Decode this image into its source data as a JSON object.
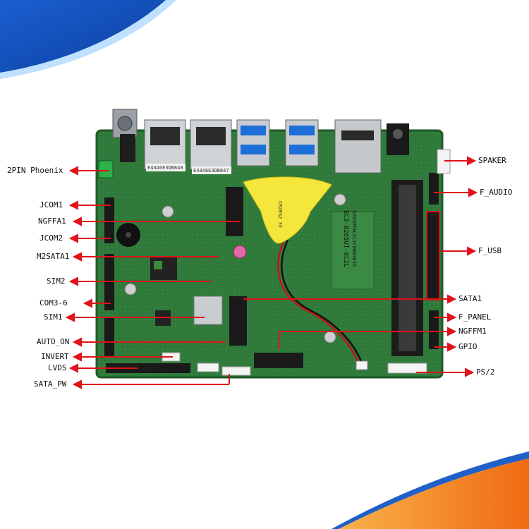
{
  "labels": {
    "pin2_phoenix": "2PIN Phoenix",
    "jcom1": "JCOM1",
    "ngffa1": "NGFFA1",
    "jcom2": "JCOM2",
    "m2sata1": "M2SATA1",
    "sim2": "SIM2",
    "com3_6": "COM3-6",
    "sim1": "SIM1",
    "auto_on": "AUTO_ON",
    "invert": "INVERT",
    "lvds": "LVDS",
    "sata_pw": "SATA_PW",
    "speaker": "SPAKER",
    "f_audio": "F_AUDIO",
    "f_usb": "F_USB",
    "sata1": "SATA1",
    "f_panel": "F_PANEL",
    "ngffm1": "NGFFM1",
    "gpio": "GPIO",
    "ps2": "PS/2"
  },
  "board_text": {
    "lan1_mac": "E43A6E3DB848",
    "lan2_mac": "E43A6E3DB847",
    "model": "EC3-8265UT-6C2L",
    "serial": "8265UT6C2L1C0003035",
    "battery_text": "CR2032 3V"
  },
  "colors": {
    "pcb": "#2f7a3a",
    "pcb_dark": "#1f5a28",
    "arrow": "#e0121a",
    "accent_blue": "#1b6fd6",
    "accent_orange": "#f28a1a"
  }
}
